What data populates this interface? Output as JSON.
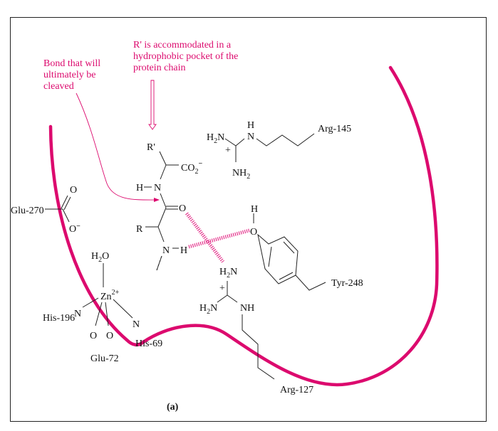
{
  "annotations": {
    "bond_note": [
      "Bond that will",
      "ultimately be",
      "cleaved"
    ],
    "pocket_note": [
      "R' is accommodated in a",
      "hydrophobic pocket of the",
      "protein chain"
    ]
  },
  "substrate": {
    "r_prime": "R'",
    "co2": "CO",
    "co2_sub": "2",
    "co2_charge": "−",
    "h_top": "H",
    "n_top": "N",
    "o_carbonyl": "O",
    "r": "R",
    "n_bottom": "N",
    "h_bottom": "H"
  },
  "residues": {
    "glu270": {
      "label": "Glu-270",
      "o_double": "O",
      "o_minus": "O",
      "charge": "−"
    },
    "arg145": {
      "label": "Arg-145",
      "h2n": "H",
      "h2n_sub": "2",
      "h2n_n": "N",
      "h": "H",
      "n": "N",
      "plus": "+",
      "nh2": "NH",
      "nh2_sub": "2"
    },
    "tyr248": {
      "label": "Tyr-248",
      "h": "H",
      "o": "O"
    },
    "arg127": {
      "label": "Arg-127",
      "h2n_top": "H",
      "h2n_top_sub": "2",
      "h2n_top_n": "N",
      "plus": "+",
      "h2n_left": "H",
      "h2n_left_sub": "2",
      "h2n_left_n": "N",
      "nh": "NH"
    },
    "zinc": {
      "water": "H",
      "water_sub": "2",
      "water_o": "O",
      "zn": "Zn",
      "charge": "2+"
    },
    "his196": {
      "label": "His-196",
      "n": "N"
    },
    "his69": {
      "label": "His-69",
      "n": "N"
    },
    "glu72": {
      "label": "Glu-72",
      "o1": "O",
      "o2": "O"
    }
  },
  "caption": "(a)",
  "colors": {
    "accent": "#dc0a6e",
    "frame": "#222222"
  }
}
